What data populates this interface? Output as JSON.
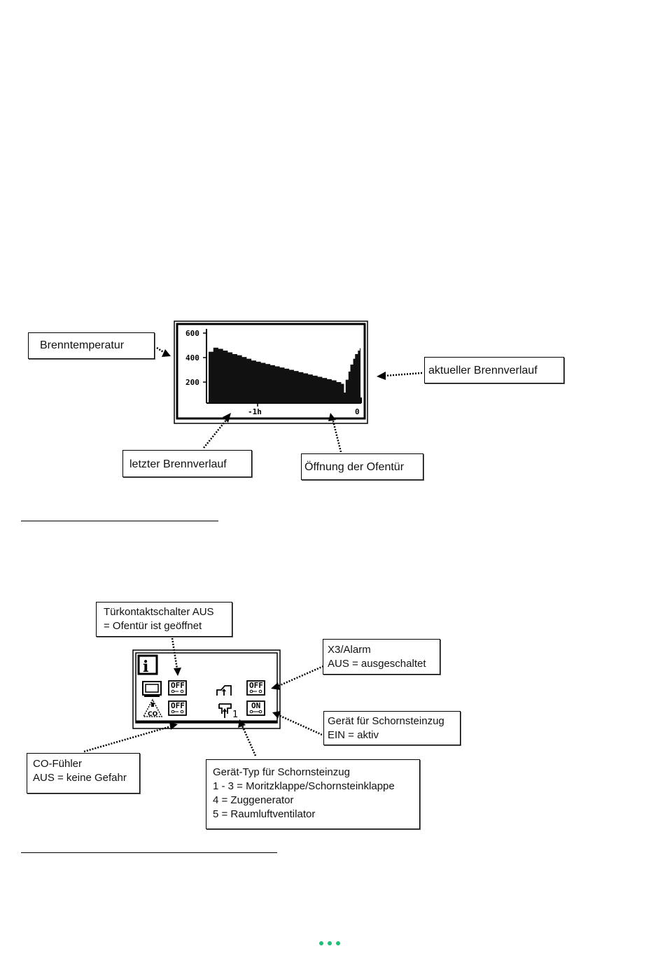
{
  "diagram1": {
    "callouts": {
      "brenntemperatur": "Brenntemperatur",
      "aktueller": "aktueller  Brennverlauf",
      "letzter": "letzter Brennverlauf",
      "oeffnung": "Öffnung der Ofentür"
    },
    "display": {
      "y_ticks": [
        "600",
        "400",
        "200"
      ],
      "x_mid_label": "-1h",
      "x_end_label": "0"
    }
  },
  "chart_data": {
    "type": "area",
    "x": [
      -1.6,
      -1.55,
      -1.5,
      -1.45,
      -1.4,
      -1.35,
      -1.3,
      -1.25,
      -1.2,
      -1.15,
      -1.1,
      -1.05,
      -1.0,
      -0.95,
      -0.9,
      -0.85,
      -0.8,
      -0.75,
      -0.7,
      -0.65,
      -0.6,
      -0.55,
      -0.5,
      -0.45,
      -0.4,
      -0.35,
      -0.3,
      -0.25,
      -0.2,
      -0.17,
      -0.15,
      -0.12,
      -0.1,
      -0.07,
      -0.05,
      -0.02,
      0.0
    ],
    "values": [
      440,
      475,
      465,
      450,
      435,
      420,
      410,
      395,
      380,
      365,
      355,
      345,
      335,
      325,
      315,
      305,
      295,
      285,
      275,
      265,
      255,
      245,
      235,
      225,
      215,
      205,
      195,
      180,
      165,
      90,
      200,
      270,
      330,
      380,
      420,
      450,
      470
    ],
    "ylim": [
      0,
      600
    ],
    "y_ticks": [
      200,
      400,
      600
    ],
    "x_tick_labels": [
      "-1h",
      "0"
    ]
  },
  "diagram2": {
    "callouts": {
      "tuerkontakt": [
        "Türkontaktschalter AUS",
        "= Ofentür ist geöffnet"
      ],
      "x3alarm": [
        "X3/Alarm",
        "AUS = ausgeschaltet"
      ],
      "schornstein": [
        "Gerät für Schornsteinzug",
        "EIN = aktiv"
      ],
      "cofuehler": [
        "CO-Fühler",
        "AUS = keine Gefahr"
      ],
      "geraetetyp": [
        "Gerät-Typ für Schornsteinzug",
        "1 - 3 = Moritzklappe/Schornsteinklappe",
        "4 = Zuggenerator",
        "5 = Raumluftventilator"
      ]
    },
    "display": {
      "info_letter": "i",
      "switch_door": "OFF",
      "switch_x3": "OFF",
      "switch_co": "OFF",
      "switch_chimney": "ON",
      "co_label": "CO",
      "device_number": "1"
    }
  },
  "icons": [
    "arrow-icon",
    "info-icon",
    "oven-door-icon",
    "co-sensor-icon",
    "chimney-flap-icon",
    "fan-device-icon",
    "switch-icon"
  ],
  "colors": {
    "line": "#000000",
    "accent_dots": "#1ec07a"
  }
}
